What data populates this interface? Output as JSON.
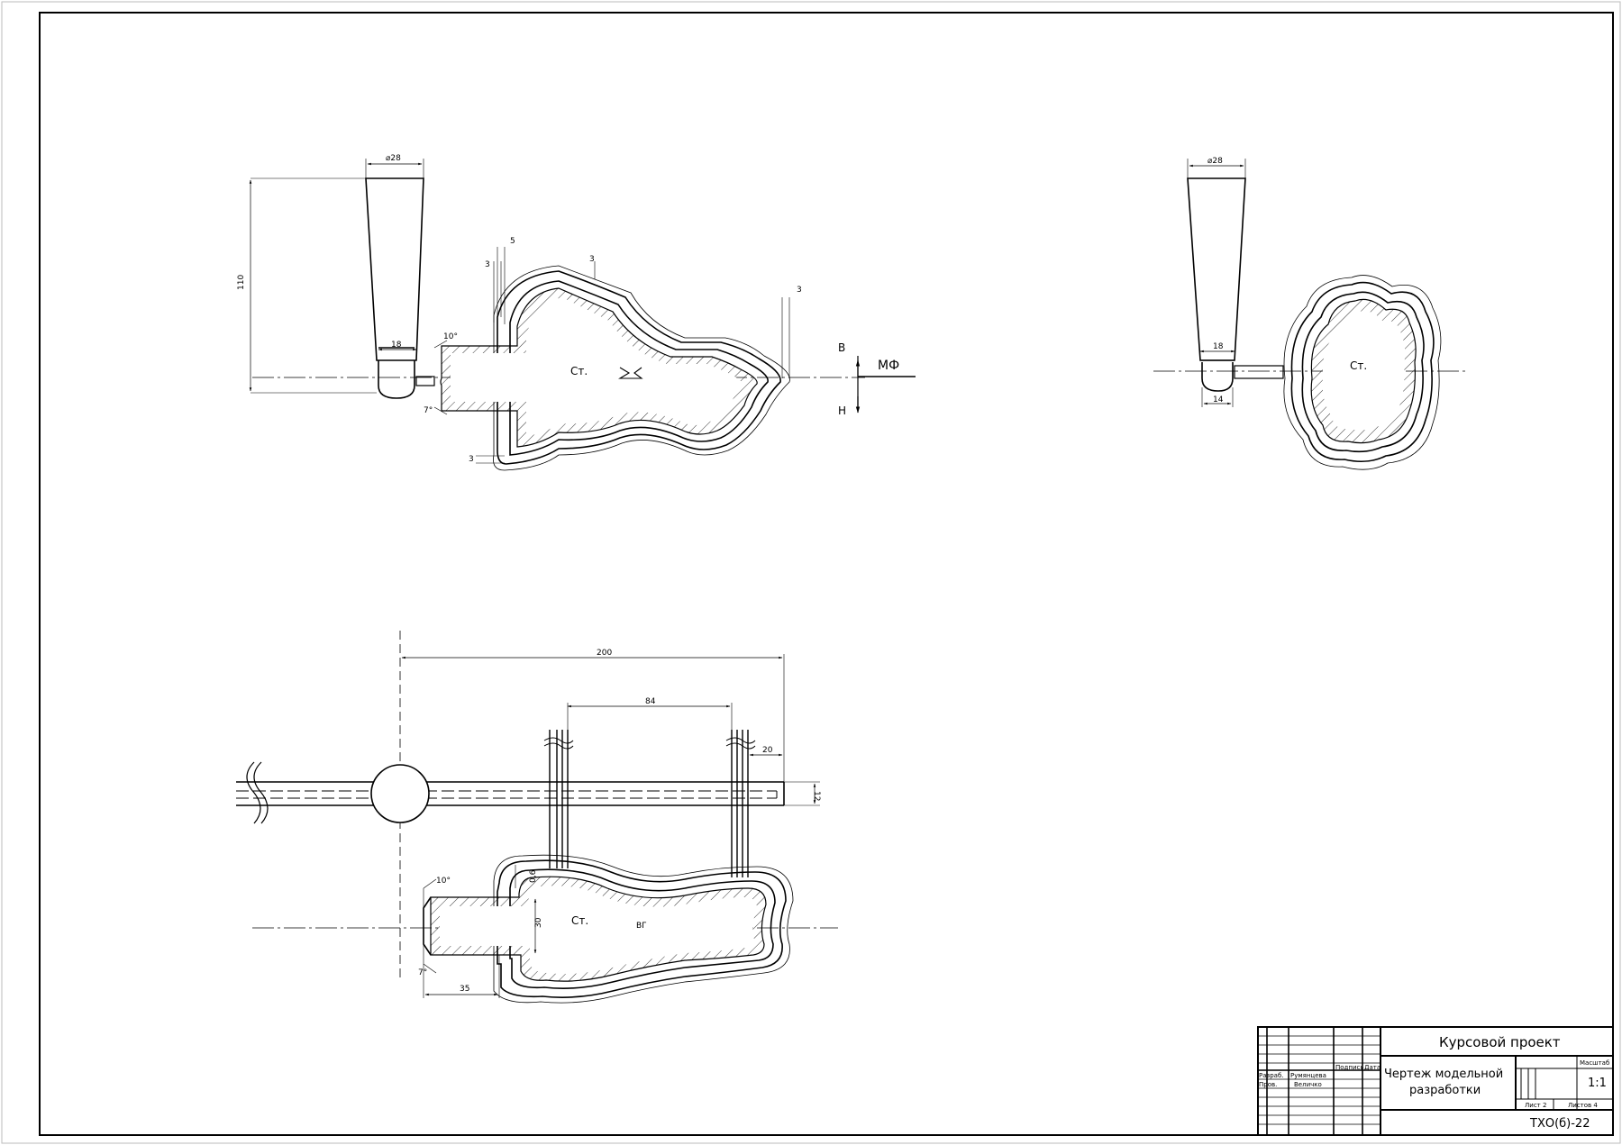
{
  "drawing": {
    "view1": {
      "sprue_diameter": "⌀28",
      "sprue_height": "110",
      "sprue_bottom": "18",
      "angle_top": "10°",
      "angle_bottom": "7°",
      "wall_top": "5",
      "wall_left_top": "3",
      "wall_mid_top": "3",
      "wall_right": "3",
      "wall_left_bottom": "3",
      "material_label": "Ст.",
      "side_top": "В",
      "side_bottom": "Н",
      "parting_label": "МФ"
    },
    "view2": {
      "sprue_diameter": "⌀28",
      "sprue_bottom": "18",
      "sprue_base": "14",
      "material_label": "Ст."
    },
    "view3": {
      "dim_overall": "200",
      "dim_between": "84",
      "dim_end": "20",
      "dim_height": "12",
      "dim_core_dia": "30",
      "dim_core_len": "35",
      "angle_top": "10°",
      "angle_bottom": "7°",
      "wall": "0,6",
      "material_label": "Ст.",
      "vg_label": "ВГ"
    }
  },
  "title_block": {
    "project": "Курсовой проект",
    "title_line1": "Чертеж модельной",
    "title_line2": "разработки",
    "scale_header": "Масштаб",
    "scale": "1:1",
    "sheet": "Лист 2",
    "sheets": "Листов 4",
    "code": "ТХО(б)-22",
    "col_sign": "Подпись",
    "col_date": "Дата",
    "row_dev": "Разраб.",
    "dev_name": "Румянцева",
    "row_check": "Пров.",
    "check_name": "Величко"
  }
}
